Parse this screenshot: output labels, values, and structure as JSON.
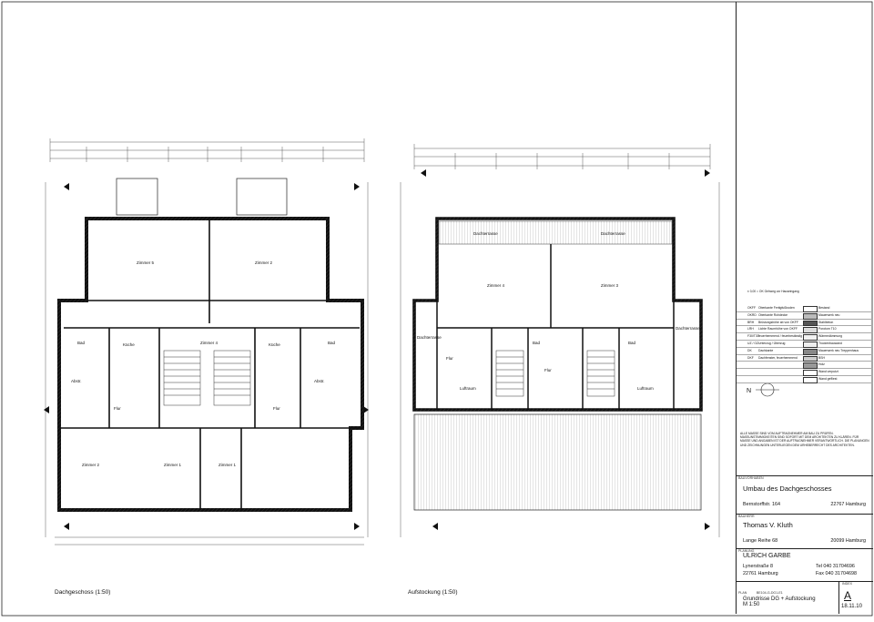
{
  "plans": [
    {
      "caption": "Dachgeschoss (1:50)",
      "rooms": [
        "Zimmer 5",
        "Zimmer 4",
        "Zimmer 2",
        "Zimmer 1",
        "Zimmer 1",
        "Zimmer 2",
        "Abstr.",
        "Abstr.",
        "Bad",
        "Bad",
        "Flur",
        "Flur",
        "Küche",
        "Küche"
      ]
    },
    {
      "caption": "Aufstockung (1:50)",
      "rooms": [
        "Zimmer 4",
        "Zimmer 3",
        "Dachterrasse",
        "Dachterrasse",
        "Dachterrasse",
        "Dachterrasse",
        "Luftraum",
        "Luftraum",
        "Bad",
        "Bad",
        "Flur",
        "Flur"
      ]
    }
  ],
  "north_label": "N",
  "legend": {
    "note": "± 0,00 = OK Gehweg vor Hauseingang",
    "items": [
      {
        "code": "OKFF",
        "text": "Oberkante Fertigfußboden",
        "material": "Bestand"
      },
      {
        "code": "OKRD",
        "text": "Oberkante Rohdecke",
        "material": "Mauerwerk neu"
      },
      {
        "code": "BRH",
        "text": "Brüstungshöhe ab von OKFF",
        "material": "Stahlbeton"
      },
      {
        "code": "LRH",
        "text": "Lichte Raumhöhe von OKFF",
        "material": "Porotom T10"
      },
      {
        "code": "F30/T30",
        "text": "feuerhemmend / feuerbeständig",
        "material": "Wärmedämmung"
      },
      {
        "code": "UZ / OZ",
        "text": "Unterzug / Überzug",
        "material": "Trockenbauwand"
      },
      {
        "code": "DK",
        "text": "Dachkante",
        "material": "Mauerwerk neu Treppenhaus"
      },
      {
        "code": "DKF",
        "text": "Dachfenster, feuerhemmend",
        "material": "BSH"
      },
      {
        "code": "",
        "text": "",
        "material": "Holz"
      },
      {
        "code": "",
        "text": "",
        "material": "Wand verputzt"
      },
      {
        "code": "",
        "text": "",
        "material": "Wand gefliest"
      }
    ]
  },
  "disclaimer": "ALLE MASSE SIND VOM AUFTRAGNEHMER AM BAU ZU PRÜFEN. MASSUNSTIMMIGKEITEN SIND SOFORT MIT DEM ARCHITEKTEN ZU KLÄREN. FÜR MASSE UND ANGABEN IST DER AUFTRAGNEHMER VERANTWORTLICH. DIE PLANUNGEN UND ZEICHNUNGEN UNTERLIEGEN DEM URHEBERRECHT DES ARCHITEKTEN.",
  "title_block": {
    "project_label": "BAUVORHABEN",
    "project": "Umbau des Dachgeschosses",
    "street": "Bernstorffstr. 164",
    "city": "22767 Hamburg",
    "client_label": "BAUHERR",
    "client": "Thomas V. Kluth",
    "client_street": "Lange Reihe 68",
    "client_city": "20099 Hamburg",
    "planner_label": "PLANUNG",
    "planner": "ULRICH GARBE",
    "planner_street": "Lynerstraße 8",
    "planner_city": "22761 Hamburg",
    "phone": "Tel 040 31704696",
    "fax": "Fax 040 31704698",
    "plan_label": "PLAN",
    "plan_no": "BE104-G-DG1-E1",
    "index_label": "INDEX",
    "drawing": "Grundrisse DG + Aufstockung",
    "scale": "M 1:50",
    "index": "A",
    "date": "18.11.10"
  },
  "colors": {
    "line": "#1a1a1a",
    "hatch": "#444444",
    "paper": "#ffffff"
  }
}
